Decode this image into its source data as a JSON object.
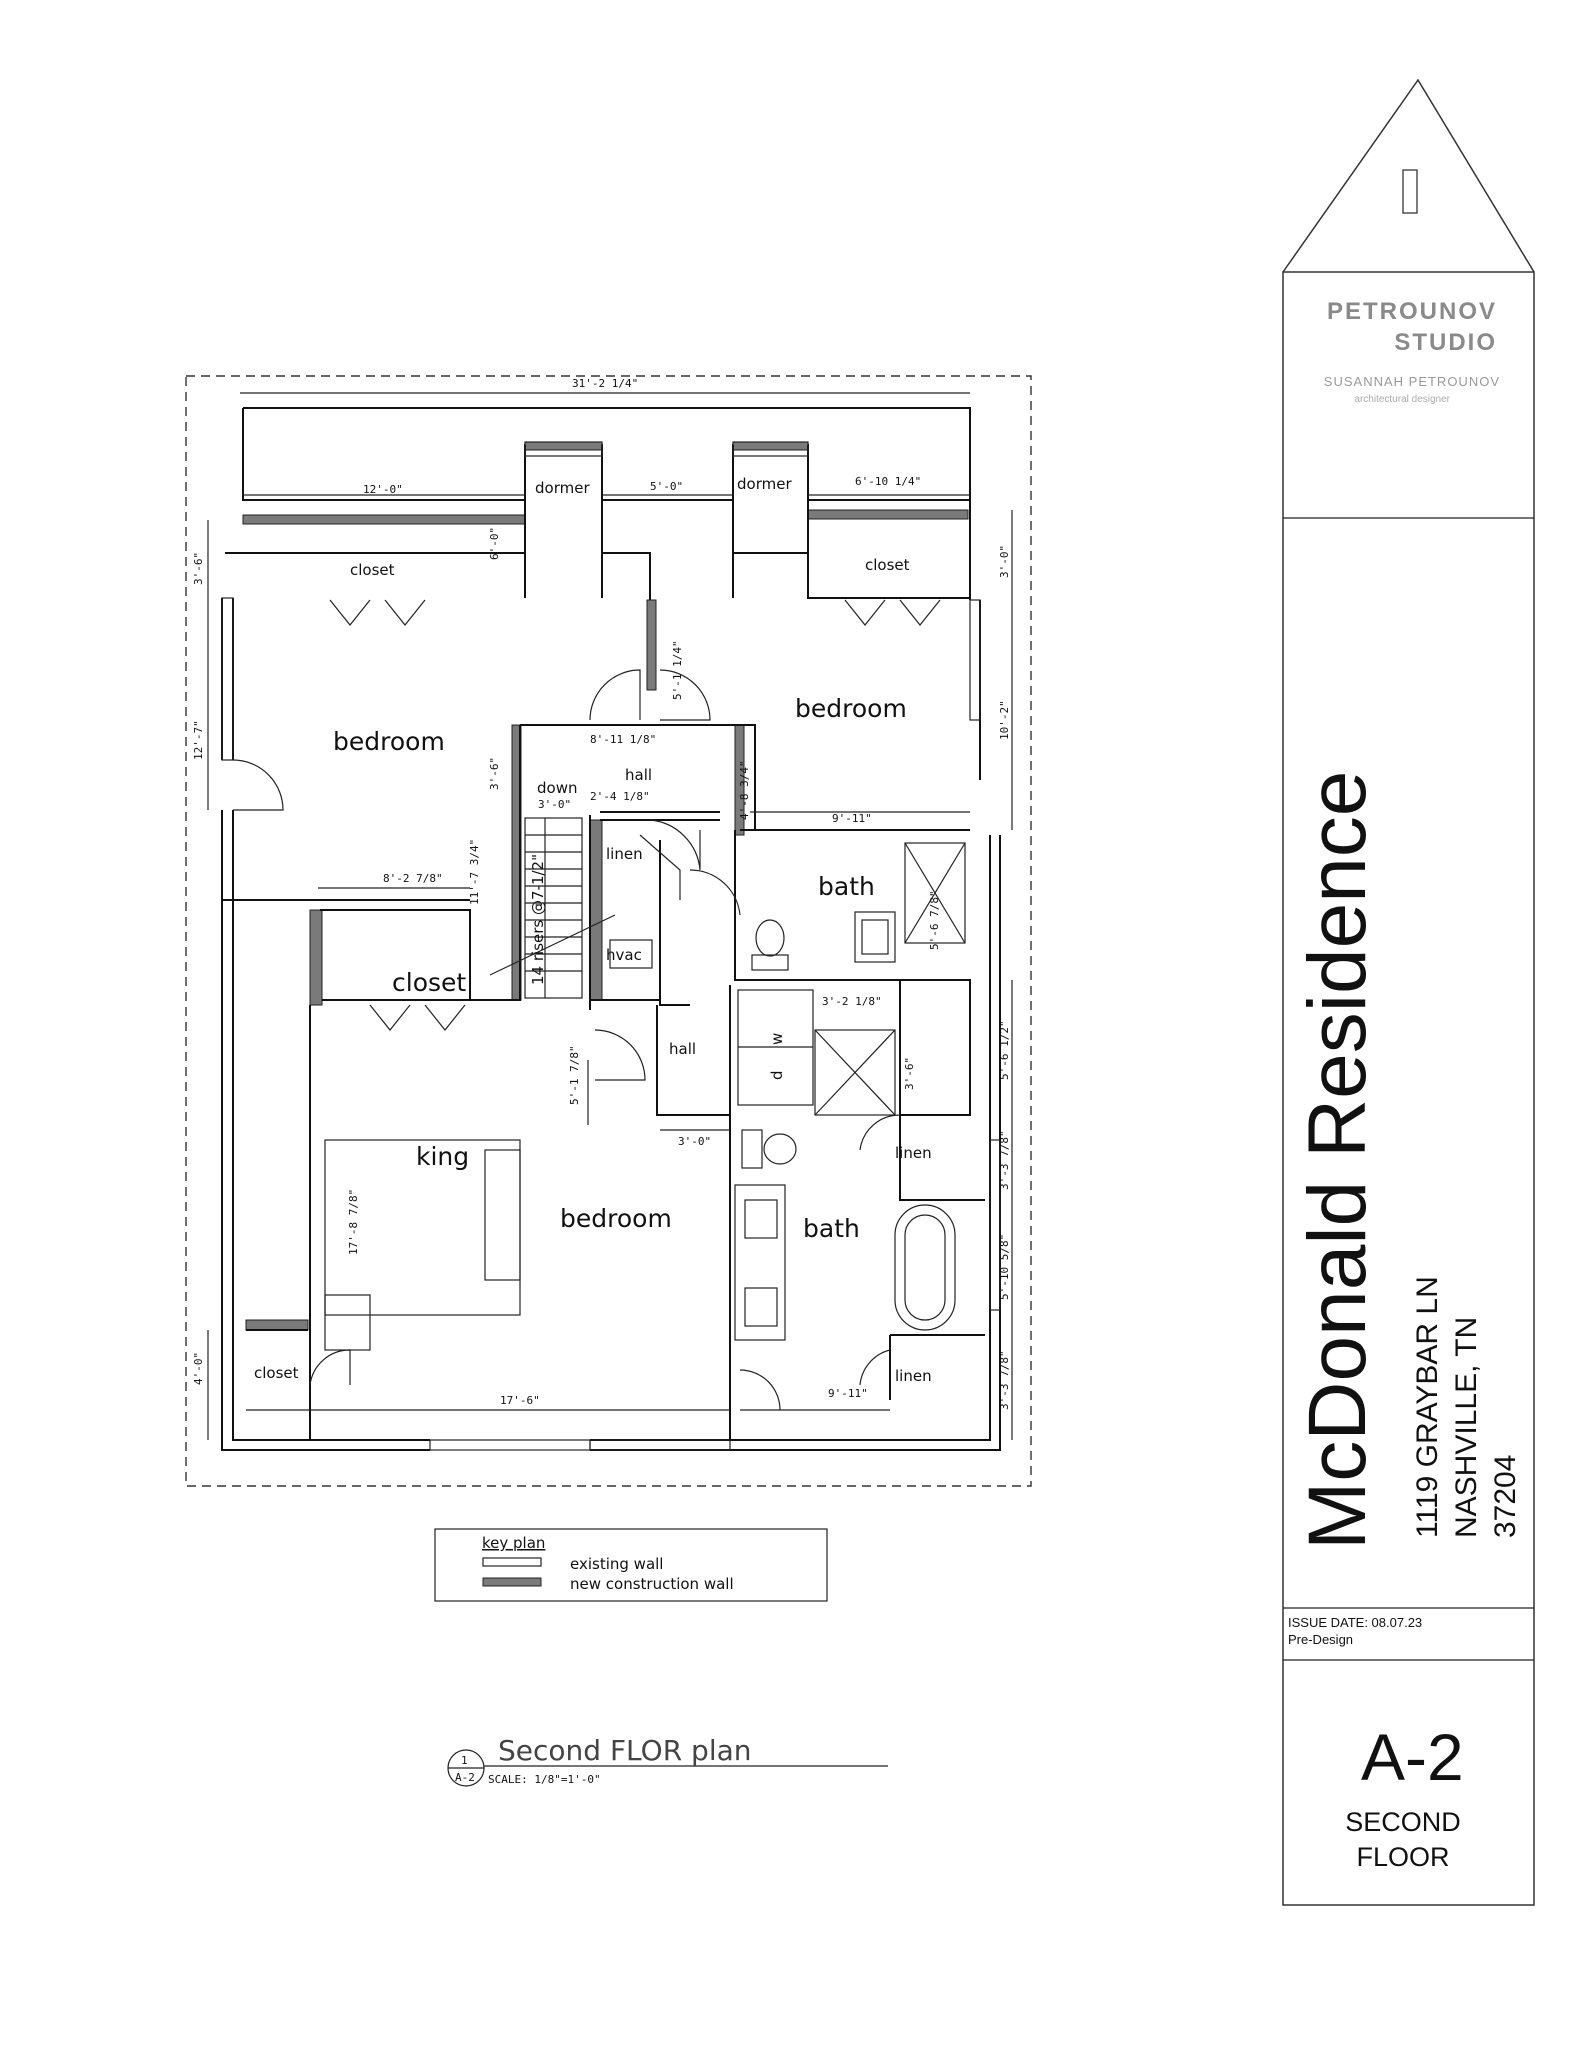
{
  "colors": {
    "ink": "#111111",
    "hatch": "#7a7a7a",
    "brand_gray": "#8a8a8a"
  },
  "studio": {
    "name_line1": "PETROUNOV",
    "name_line2": "STUDIO",
    "designer": "SUSANNAH PETROUNOV",
    "role": "architectural designer"
  },
  "project": {
    "title": "McDonald Residence",
    "address_line1": "1119 GRAYBAR LN",
    "address_line2": "NASHVILLE, TN",
    "address_line3": "37204"
  },
  "issue": {
    "date": "ISSUE DATE: 08.07.23",
    "phase": "Pre-Design"
  },
  "sheet": {
    "number": "A-2",
    "title_line1": "SECOND",
    "title_line2": "FLOOR"
  },
  "key_plan": {
    "title": "key plan",
    "existing": "existing wall",
    "new": "new construction wall"
  },
  "drawing": {
    "marker_num": "1",
    "marker_ref": "A-2",
    "title": "Second FLOR plan",
    "scale": "SCALE: 1/8\"=1'-0\""
  },
  "rooms": {
    "dormer_left": "dormer",
    "dormer_right": "dormer",
    "closet_tl": "closet",
    "closet_tr": "closet",
    "bedroom_left": "bedroom",
    "bedroom_right": "bedroom",
    "hall_top": "hall",
    "down": "down",
    "down_dim": "3'-0\"",
    "linen_center": "linen",
    "hvac": "hvac",
    "risers": "14 risers @7-1/2\"",
    "bath_top": "bath",
    "closet_mid": "closet",
    "hall_mid": "hall",
    "king": "king",
    "bedroom_master": "bedroom",
    "bath_master": "bath",
    "linen_r1": "linen",
    "linen_r2": "linen",
    "closet_bl": "closet",
    "w": "w",
    "d": "d"
  },
  "dims": {
    "overall": "31'-2 1/4\"",
    "d_12_0": "12'-0\"",
    "d_5_0": "5'-0\"",
    "d_6_10": "6'-10 1/4\"",
    "d_3_6_left": "3'-6\"",
    "d_6_0": "6'-0\"",
    "d_3_0_right": "3'-0\"",
    "d_5_1_4": "5'-1 1/4\"",
    "d_8_11": "8'-11 1/8\"",
    "d_10_2": "10'-2\"",
    "d_12_7": "12'-7\"",
    "d_3_6_hall": "3'-6\"",
    "d_2_4": "2'-4 1/8\"",
    "d_4_8": "4'-8 3/4\"",
    "d_9_11_top": "9'-11\"",
    "d_11_7": "11'-7 3/4\"",
    "d_8_2": "8'-2 7/8\"",
    "d_5_6_top": "5'-6 7/8\"",
    "d_3_2": "3'-2 1/8\"",
    "d_5_6_right": "5'-6 1/2\"",
    "d_5_1_7": "5'-1 7/8\"",
    "d_3_6_small": "3'-6\"",
    "d_3_0_hall": "3'-0\"",
    "d_3_3_a": "3'-3 7/8\"",
    "d_17_8": "17'-8 7/8\"",
    "d_5_10": "5'-10 5/8\"",
    "d_4_0": "4'-0\"",
    "d_3_3_b": "3'-3 7/8\"",
    "d_17_6": "17'-6\"",
    "d_9_11_bot": "9'-11\""
  }
}
